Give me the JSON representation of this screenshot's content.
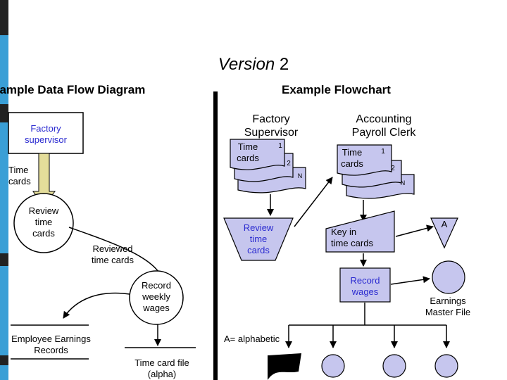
{
  "title": {
    "main": "Version",
    "number": "2"
  },
  "headers": {
    "dfd": "xample Data Flow Diagram",
    "flowchart": "Example Flowchart"
  },
  "dfd": {
    "entity": "Factory\nsupervisor",
    "flow_time_cards": "Time\ncards",
    "process_review": "Review\ntime\ncards",
    "flow_reviewed": "Reviewed\ntime cards",
    "process_record": "Record\nweekly\nwages",
    "store_employee": "Employee Earnings\nRecords",
    "store_timecard": "Time card file\n(alpha)"
  },
  "flowchart": {
    "col1_title": "Factory\nSupervisor",
    "col1_doc": "Time\ncards",
    "col1_doc_n1": "1",
    "col1_doc_n2": "2",
    "col1_doc_n3": "N",
    "review": "Review\ntime\ncards",
    "col2_title": "Accounting\nPayroll Clerk",
    "col2_doc": "Time\ncards",
    "col2_doc_n1": "1",
    "col2_doc_n2": "2",
    "col2_doc_n3": "N",
    "keyin": "Key in\ntime cards",
    "file_letter": "A",
    "record": "Record\nwages",
    "master": "Earnings\nMaster File",
    "legend": "A= alphabetic"
  },
  "colors": {
    "accent_blue": "#2a2ad0",
    "shape_fill": "#c6c6ee",
    "side_bar": "#3a9fd6",
    "arrow_fill": "#e4dd9a"
  }
}
